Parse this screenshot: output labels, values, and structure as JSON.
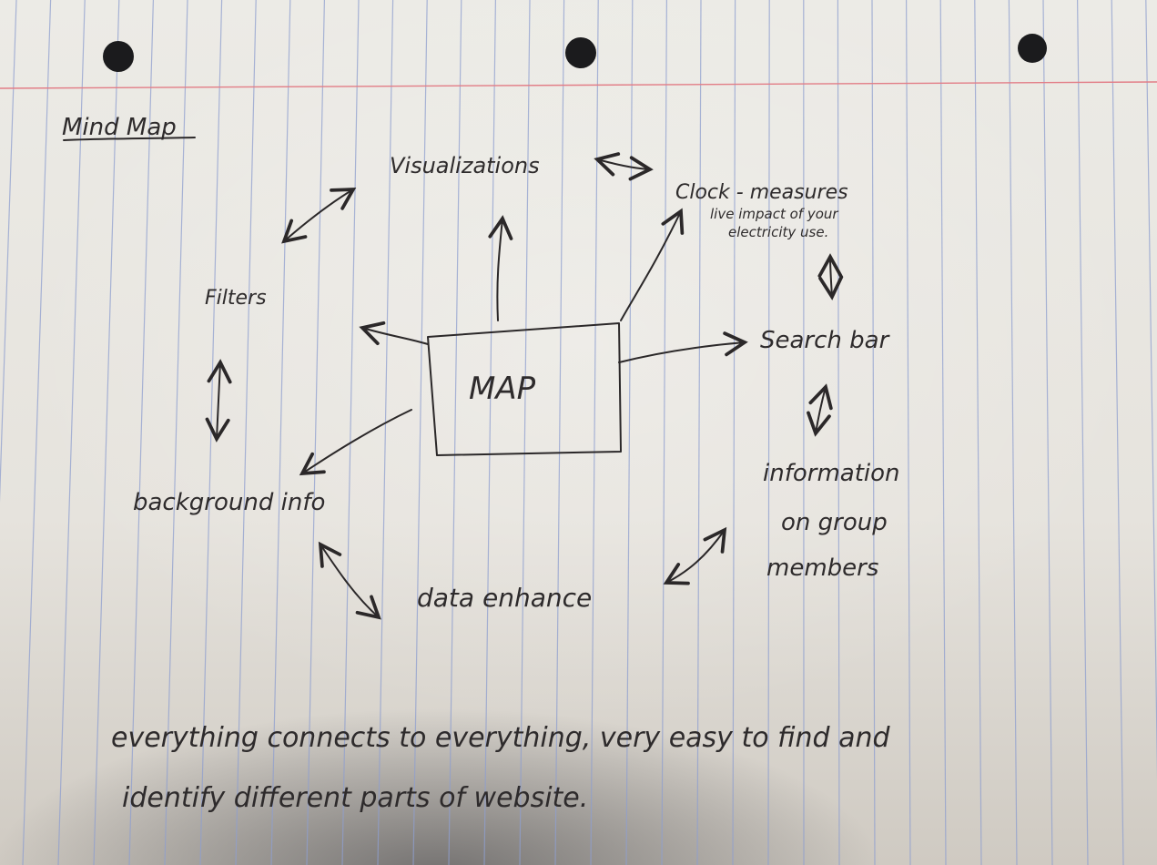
{
  "notebook": {
    "title": "Mind Map",
    "center_node": "MAP",
    "nodes": {
      "visualizations": "Visualizations",
      "clock_title": "Clock - measures",
      "clock_sub_1": "live impact of your",
      "clock_sub_2": "electricity use.",
      "filters": "Filters",
      "search_bar": "Search bar",
      "information_1": "information",
      "information_2": "on group",
      "information_3": "members",
      "background_info": "background info",
      "data_enhance": "data enhance"
    },
    "notes": {
      "line_1": "everything connects to everything, very easy to find and",
      "line_2": "identify different parts of website."
    }
  },
  "colors": {
    "ink": "#2b2829",
    "paper": "#e9e4dc",
    "rule_lines": "#8f9fcf",
    "margin_line": "#e27d86"
  }
}
